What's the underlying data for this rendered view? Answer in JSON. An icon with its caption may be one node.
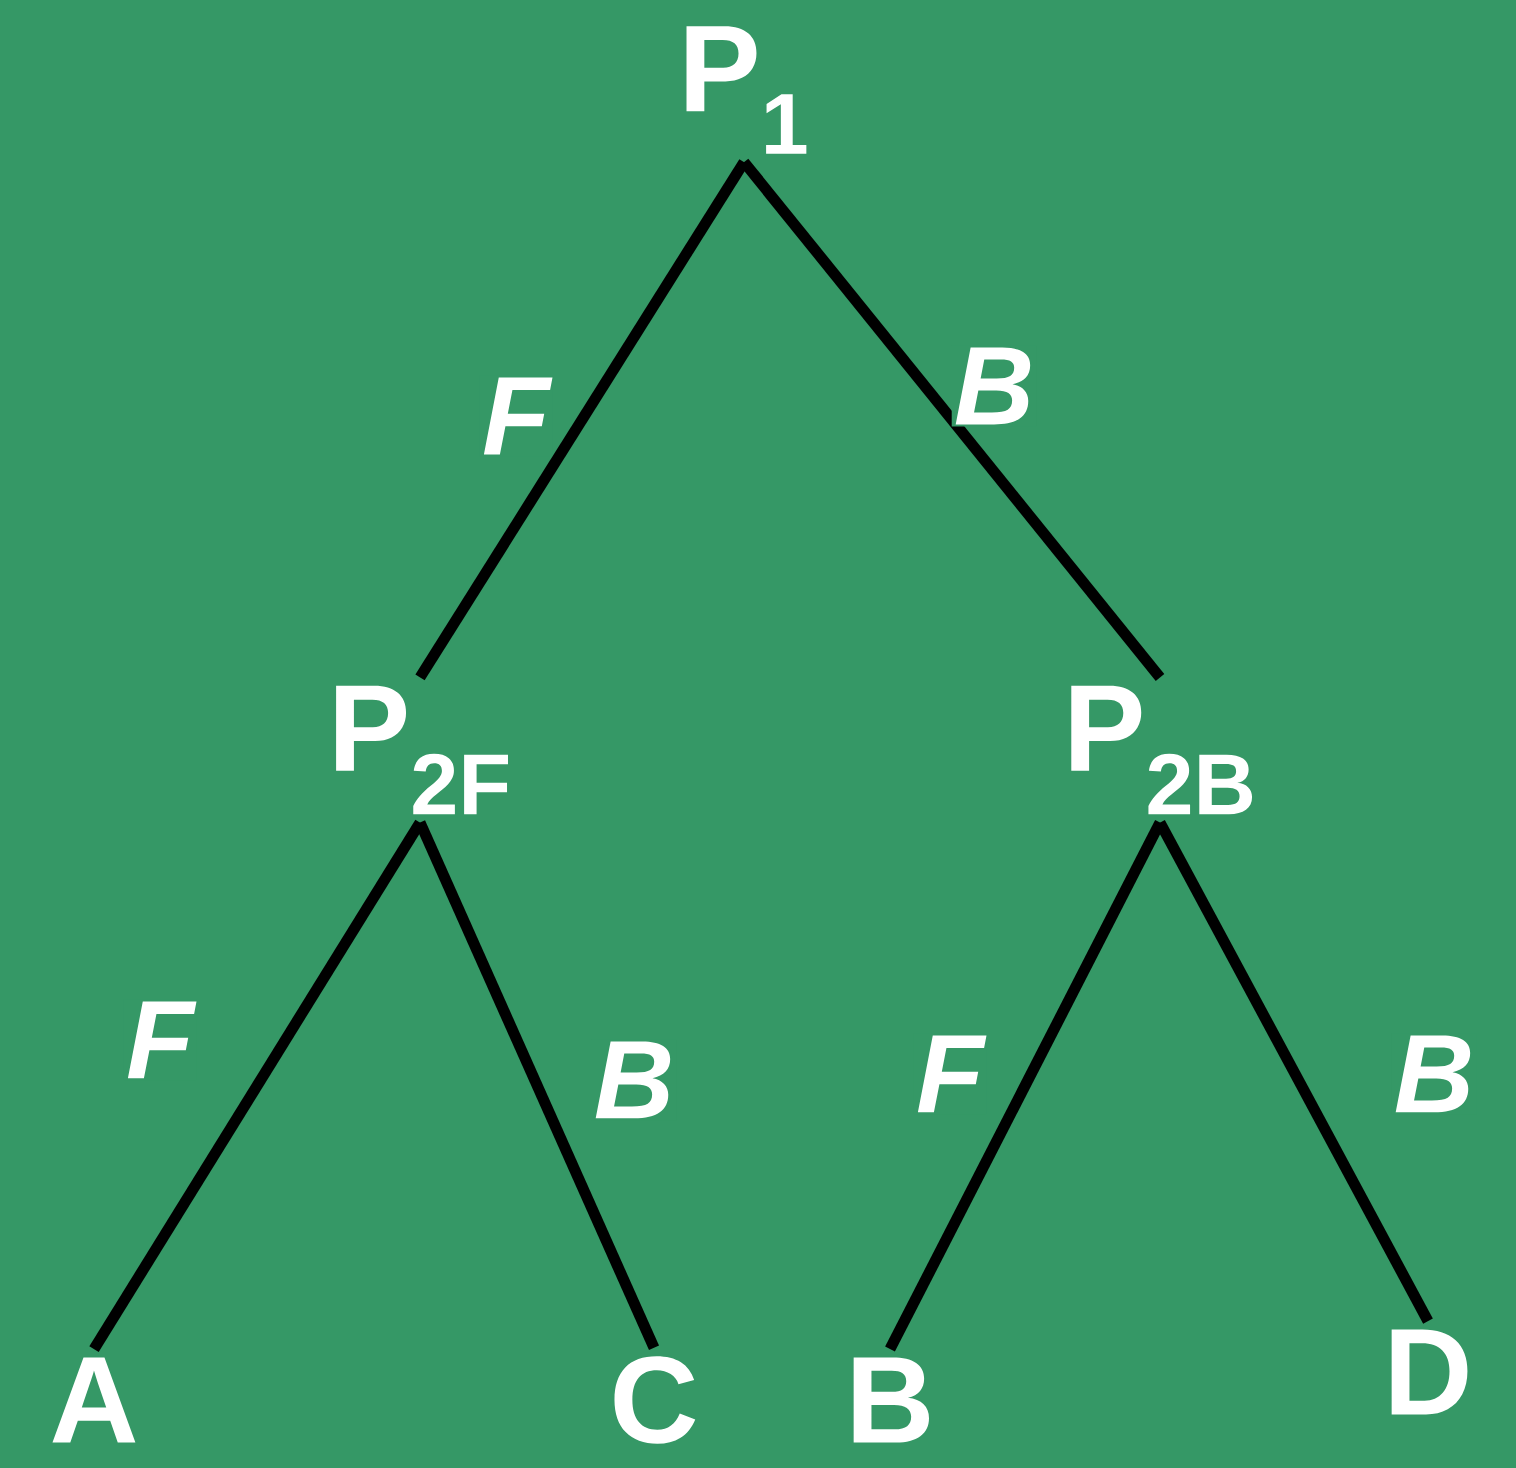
{
  "diagram": {
    "nodes": [
      {
        "text": [
          "P$_{1}$"
        ]
      },
      {
        "text": [
          "P$_{2F}$"
        ]
      },
      {
        "text": [
          "P$_{2B}$"
        ]
      },
      {
        "text": [
          "A"
        ]
      },
      {
        "text": [
          "C"
        ]
      },
      {
        "text": [
          "B"
        ]
      },
      {
        "text": [
          "D"
        ]
      }
    ],
    "edges": [
      {
        "from": 0,
        "to": 1,
        "arrow": "none",
        "label": "F"
      },
      {
        "from": 0,
        "to": 2,
        "arrow": "none",
        "label": "B"
      },
      {
        "from": 1,
        "to": 3,
        "arrow": "none",
        "label": "F"
      },
      {
        "from": 1,
        "to": 4,
        "arrow": "none",
        "label": "B"
      },
      {
        "from": 2,
        "to": 5,
        "arrow": "none",
        "label": "F"
      },
      {
        "from": 2,
        "to": 6,
        "arrow": "none",
        "label": "B"
      }
    ]
  }
}
